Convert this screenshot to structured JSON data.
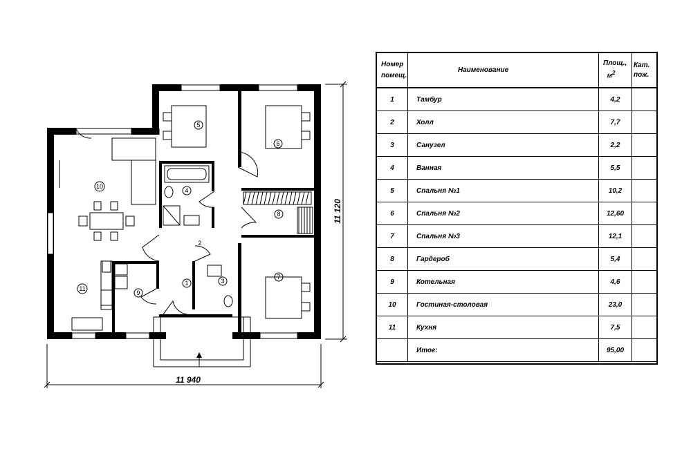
{
  "plan": {
    "dimension_width": "11 940",
    "dimension_height": "11 120",
    "room_labels": [
      "1",
      "2",
      "3",
      "4",
      "5",
      "6",
      "7",
      "8",
      "9",
      "10",
      "11"
    ]
  },
  "table": {
    "headers": {
      "num_line1": "Номер",
      "num_line2": "помещ.",
      "name": "Наименование",
      "area_line1": "Площ.,",
      "area_unit": "м",
      "area_sup": "2",
      "cat_line1": "Кат.",
      "cat_line2": "пож."
    },
    "rows": [
      {
        "num": "1",
        "name": "Тамбур",
        "area": "4,2"
      },
      {
        "num": "2",
        "name": "Холл",
        "area": "7,7"
      },
      {
        "num": "3",
        "name": "Санузел",
        "area": "2,2"
      },
      {
        "num": "4",
        "name": "Ванная",
        "area": "5,5"
      },
      {
        "num": "5",
        "name": "Спальня №1",
        "area": "10,2"
      },
      {
        "num": "6",
        "name": "Спальня №2",
        "area": "12,60"
      },
      {
        "num": "7",
        "name": "Спальня №3",
        "area": "12,1"
      },
      {
        "num": "8",
        "name": "Гардероб",
        "area": "5,4"
      },
      {
        "num": "9",
        "name": "Котельная",
        "area": "4,6"
      },
      {
        "num": "10",
        "name": "Гостиная-столовая",
        "area": "23,0"
      },
      {
        "num": "11",
        "name": "Кухня",
        "area": "7,5"
      }
    ],
    "total": {
      "num": "",
      "name": "Итог:",
      "area": "95,00"
    }
  }
}
